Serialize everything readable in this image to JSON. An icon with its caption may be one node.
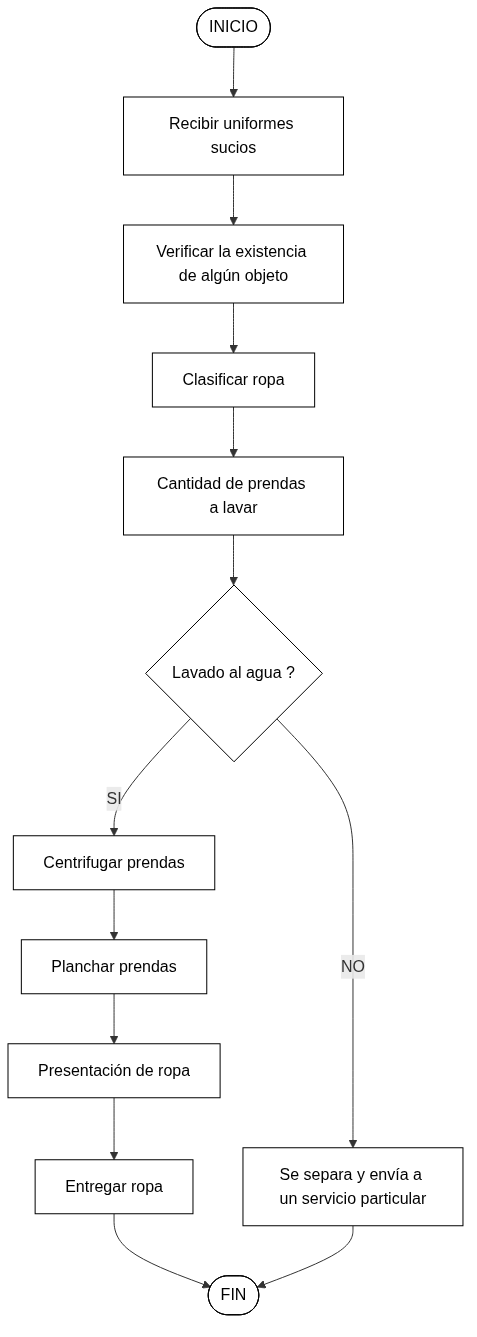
{
  "diagram": {
    "nodes": [
      {
        "text": [
          "INICIO"
        ]
      },
      {
        "text": [
          "Recibir uniformes sucios"
        ]
      },
      {
        "text": [
          "Verificar la existencia de algún objeto"
        ]
      },
      {
        "text": [
          "Clasificar ropa"
        ]
      },
      {
        "text": [
          "Cantidad de prendas a lavar"
        ]
      },
      {
        "text": [
          "Lavado al agua ?"
        ]
      },
      {
        "text": [
          "Se separa y envía a un servicio particular"
        ]
      },
      {
        "text": [
          "Centrifugar prendas"
        ]
      },
      {
        "text": [
          "Planchar prendas"
        ]
      },
      {
        "text": [
          "Presentación de ropa"
        ]
      },
      {
        "text": [
          "Entregar ropa"
        ]
      },
      {
        "text": [
          "FIN"
        ]
      }
    ],
    "edges": [
      {
        "from": 0,
        "to": 1,
        "arrow": "to"
      },
      {
        "from": 1,
        "to": 2,
        "arrow": "to"
      },
      {
        "from": 2,
        "to": 3,
        "arrow": "to"
      },
      {
        "from": 3,
        "to": 4,
        "arrow": "to"
      },
      {
        "from": 4,
        "to": 5,
        "arrow": "to"
      },
      {
        "from": 5,
        "to": 6,
        "label": "NO",
        "arrow": "to"
      },
      {
        "from": 5,
        "to": 7,
        "label": "SI",
        "arrow": "to"
      },
      {
        "from": 7,
        "to": 8,
        "arrow": "to"
      },
      {
        "from": 8,
        "to": 9,
        "arrow": "to"
      },
      {
        "from": 9,
        "to": 10,
        "arrow": "to"
      },
      {
        "from": 10,
        "to": 11,
        "arrow": "to"
      },
      {
        "from": 6,
        "to": 11,
        "arrow": "to"
      }
    ]
  }
}
